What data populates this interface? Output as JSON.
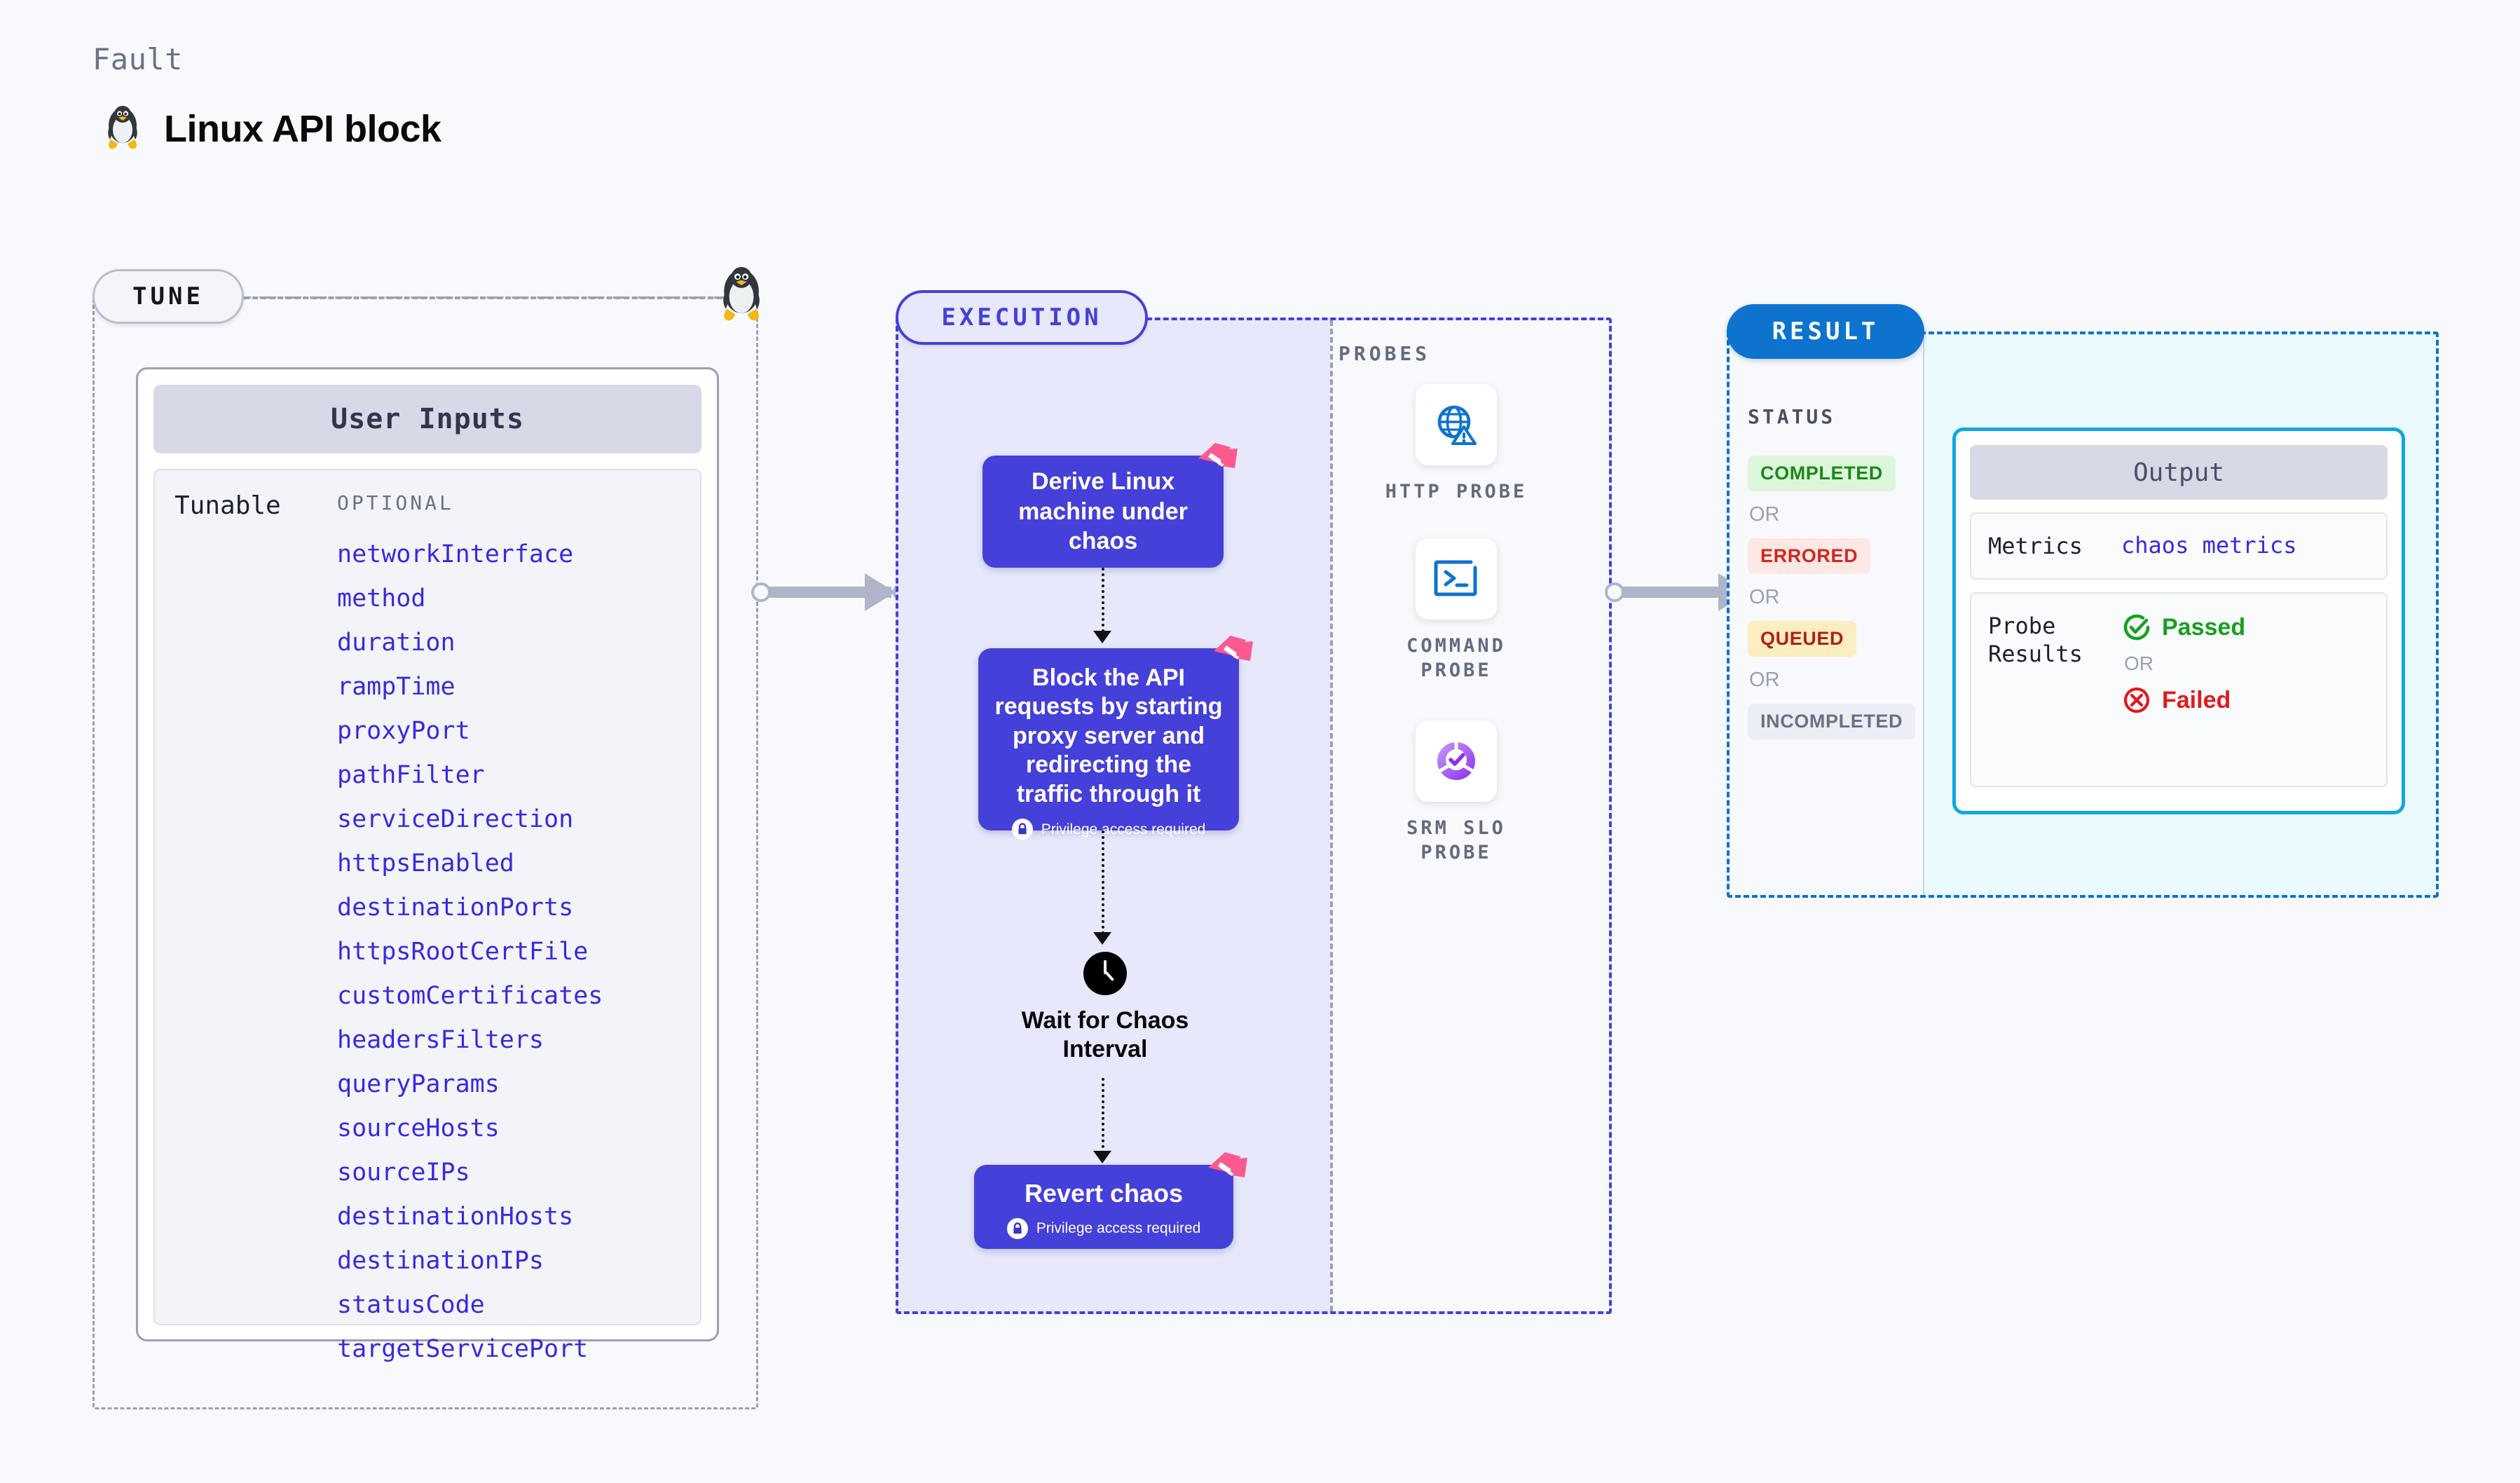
{
  "header": {
    "eyebrow": "Fault",
    "title": "Linux API block",
    "icon": "tux-penguin-icon"
  },
  "tune": {
    "pill_label": "TUNE",
    "card": {
      "header": "User Inputs",
      "group_label": "Tunable",
      "optional_heading": "OPTIONAL",
      "parameters": [
        "networkInterface",
        "method",
        "duration",
        "rampTime",
        "proxyPort",
        "pathFilter",
        "serviceDirection",
        "httpsEnabled",
        "destinationPorts",
        "httpsRootCertFile",
        "customCertificates",
        "headersFilters",
        "queryParams",
        "sourceHosts",
        "sourceIPs",
        "destinationHosts",
        "destinationIPs",
        "statusCode",
        "targetServicePort"
      ]
    }
  },
  "execution": {
    "pill_label": "EXECUTION",
    "nodes": [
      {
        "text": "Derive Linux machine under chaos",
        "privilege": null,
        "litmus_badge": true
      },
      {
        "text": "Block the API requests by starting proxy server and redirecting the traffic through it",
        "privilege": "Privilege access required",
        "litmus_badge": true
      },
      {
        "text": "Wait for Chaos Interval",
        "icon": "clock-icon",
        "privilege": null,
        "litmus_badge": false
      },
      {
        "text": "Revert chaos",
        "privilege": "Privilege access required",
        "litmus_badge": true
      }
    ]
  },
  "probes": {
    "title": "PROBES",
    "items": [
      {
        "label": "HTTP PROBE",
        "icon": "globe-warning-icon"
      },
      {
        "label": "COMMAND PROBE",
        "icon": "terminal-icon"
      },
      {
        "label": "SRM SLO PROBE",
        "icon": "slo-donut-check-icon"
      }
    ]
  },
  "result": {
    "pill_label": "RESULT",
    "status_title": "STATUS",
    "or_label": "OR",
    "statuses": [
      {
        "label": "COMPLETED",
        "text_color": "#1b8a17",
        "bg_color": "#ddf5dc"
      },
      {
        "label": "ERRORED",
        "text_color": "#d0281f",
        "bg_color": "#fde8e6"
      },
      {
        "label": "QUEUED",
        "text_color": "#b02017",
        "bg_color": "#fdeec2"
      },
      {
        "label": "INCOMPLETED",
        "text_color": "#6b7185",
        "bg_color": "#eceef5"
      }
    ],
    "output": {
      "header": "Output",
      "metrics_key": "Metrics",
      "metrics_value": "chaos metrics",
      "probe_results_key": "Probe Results",
      "passed_label": "Passed",
      "failed_label": "Failed",
      "or_label": "OR"
    }
  },
  "colors": {
    "primary_indigo": "#4540d9",
    "param_blue": "#3a29e0",
    "result_blue": "#0d73ce",
    "output_cyan": "#0fa8e0",
    "litmus_pink": "#fb5a8f",
    "probe_blue": "#0d73ce",
    "pass_green": "#16a01e",
    "fail_red": "#e01b1b"
  }
}
